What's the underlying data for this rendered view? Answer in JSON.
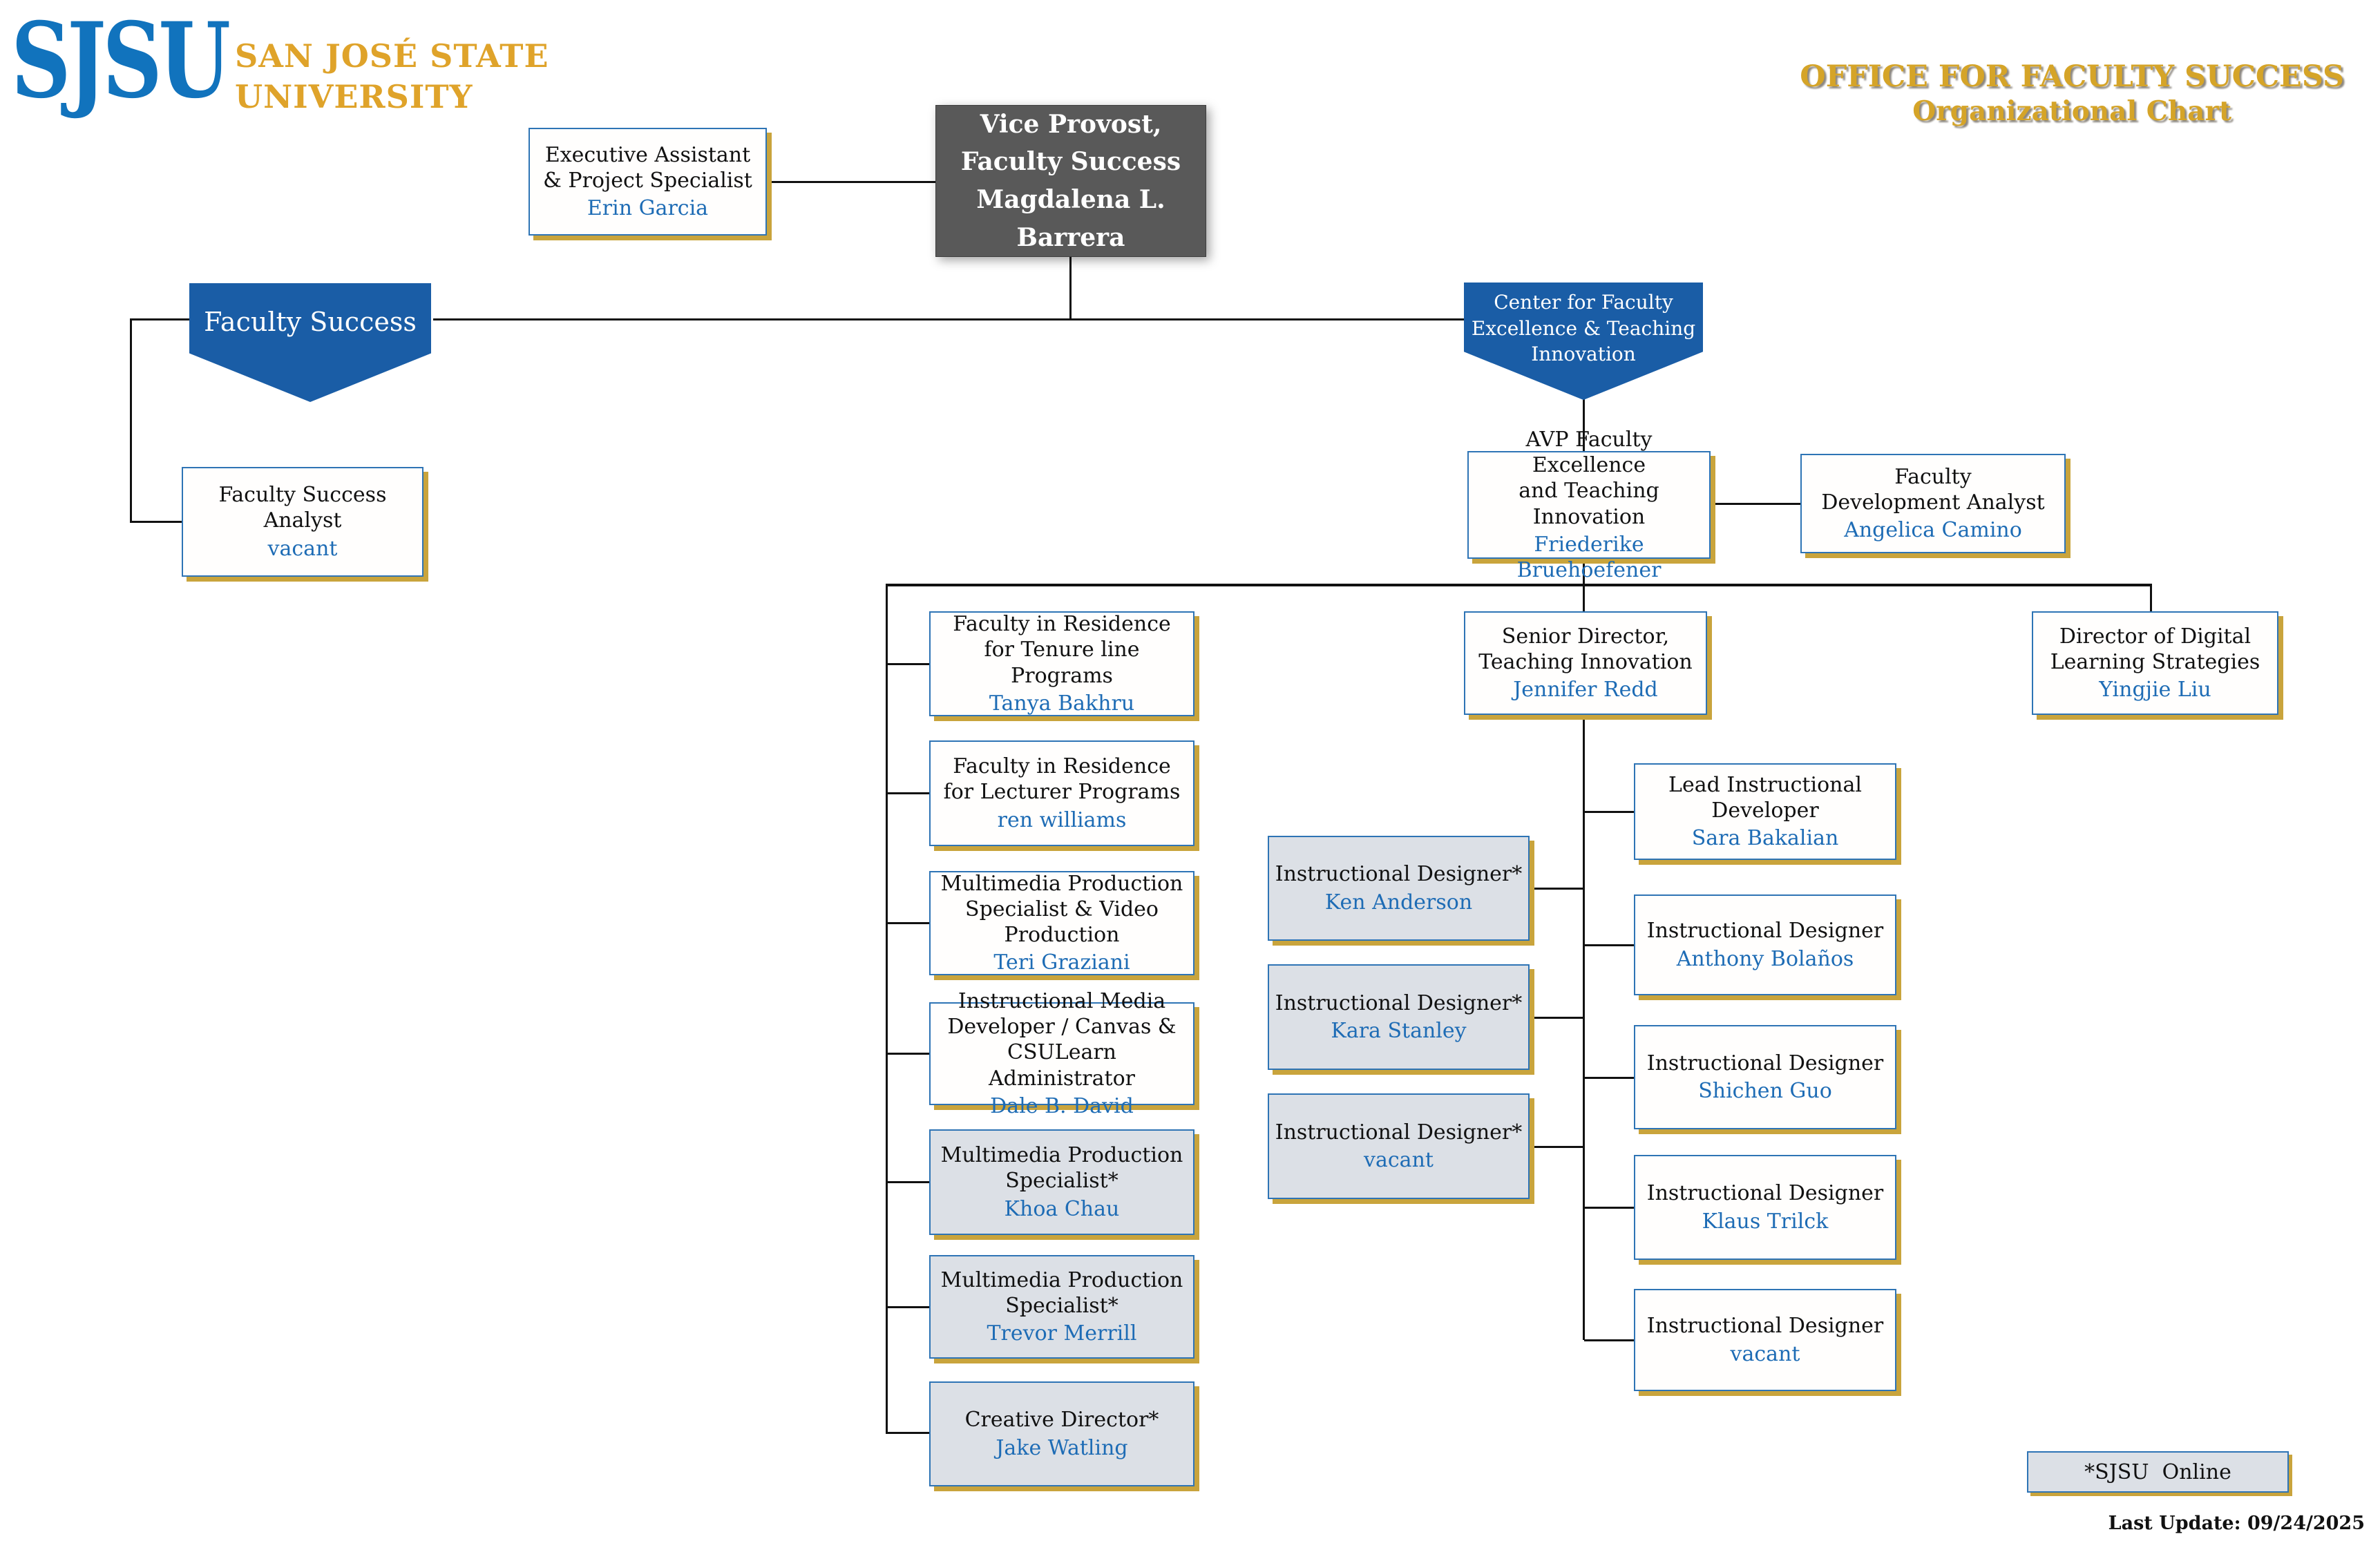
{
  "header": {
    "logo": {
      "acronym": "SJSU",
      "name": "SAN JOSÉ STATE\nUNIVERSITY"
    },
    "title_line1": "OFFICE FOR FACULTY SUCCESS",
    "title_line2": "Organizational Chart"
  },
  "org": {
    "exec_assistant": {
      "title": "Executive Assistant\n& Project Specialist",
      "name": "Erin Garcia"
    },
    "vice_provost": {
      "title": "Vice Provost,\nFaculty Success",
      "name": "Magdalena L. Barrera"
    },
    "faculty_success_banner": {
      "title": "Faculty Success"
    },
    "cfeti_banner": {
      "title": "Center for Faculty\nExcellence & Teaching\nInnovation"
    },
    "faculty_success_analyst": {
      "title": "Faculty Success Analyst",
      "name": "vacant"
    },
    "avp": {
      "title": "AVP Faculty Excellence\nand Teaching Innovation",
      "name": "Friederike Bruehoefener"
    },
    "faculty_dev_analyst": {
      "title": "Faculty\nDevelopment Analyst",
      "name": "Angelica Camino"
    },
    "fir_tenure": {
      "title": "Faculty in Residence\nfor Tenure line Programs",
      "name": "Tanya Bakhru"
    },
    "fir_lecturer": {
      "title": "Faculty in Residence\nfor Lecturer Programs",
      "name": "ren williams"
    },
    "mm_video": {
      "title": "Multimedia Production\nSpecialist & Video\nProduction",
      "name": "Teri Graziani"
    },
    "instr_media_dev": {
      "title": "Instructional Media\nDeveloper / Canvas &\nCSULearn Administrator",
      "name": "Dale B. David"
    },
    "mps_khoa": {
      "title": "Multimedia Production\nSpecialist*",
      "name": "Khoa Chau"
    },
    "mps_trevor": {
      "title": "Multimedia Production\nSpecialist*",
      "name": "Trevor Merrill"
    },
    "creative_director": {
      "title": "Creative Director*",
      "name": "Jake Watling"
    },
    "senior_director": {
      "title": "Senior Director,\nTeaching Innovation",
      "name": "Jennifer Redd"
    },
    "director_dls": {
      "title": "Director of Digital\nLearning Strategies",
      "name": "Yingjie Liu"
    },
    "id_ken": {
      "title": "Instructional Designer*",
      "name": "Ken Anderson"
    },
    "id_kara": {
      "title": "Instructional Designer*",
      "name": "Kara Stanley"
    },
    "id_vacant_gray": {
      "title": "Instructional Designer*",
      "name": "vacant"
    },
    "lead_instr_dev": {
      "title": "Lead Instructional\nDeveloper",
      "name": "Sara Bakalian"
    },
    "id_anthony": {
      "title": "Instructional Designer",
      "name": "Anthony Bolaños"
    },
    "id_shichen": {
      "title": "Instructional Designer",
      "name": "Shichen Guo"
    },
    "id_klaus": {
      "title": "Instructional Designer",
      "name": "Klaus Trilck"
    },
    "id_vacant_white": {
      "title": "Instructional Designer",
      "name": "vacant"
    }
  },
  "legend": {
    "sjsu_online": "*SJSU  Online"
  },
  "footer": {
    "last_update": "Last Update: 09/24/2025"
  },
  "colors": {
    "sjsu_blue": "#1173bd",
    "sjsu_gold": "#dfa32a",
    "banner_blue": "#1a5da6",
    "box_border_blue": "#2e74b5",
    "box_shadow_gold": "#c9a43c",
    "name_blue": "#1e6cb5",
    "dark_box_gray": "#595959",
    "gray_box_fill": "#dce0e6"
  }
}
